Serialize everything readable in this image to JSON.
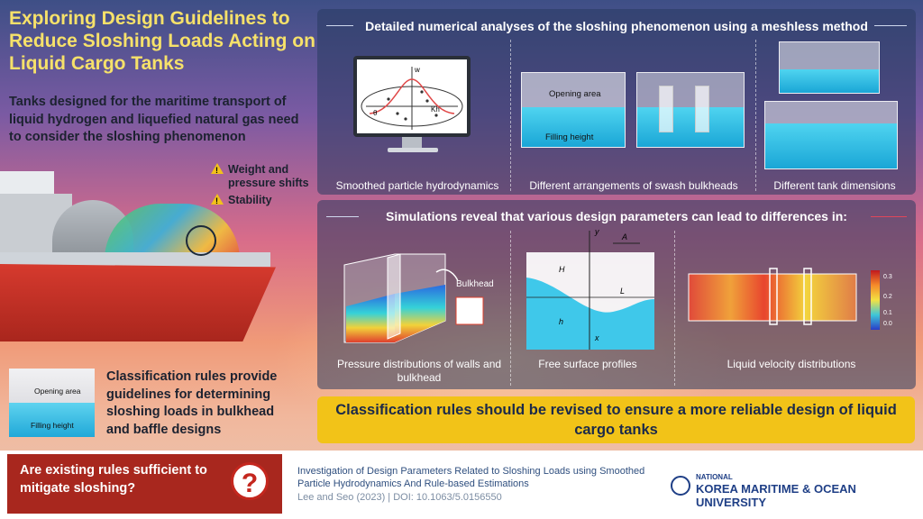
{
  "title": "Exploring Design Guidelines to Reduce Sloshing Loads Acting on Liquid Cargo Tanks",
  "subtitle": "Tanks designed for the maritime transport of liquid hydrogen and liquefied natural gas need to consider the sloshing phenomenon",
  "ship_warnings": [
    "Weight and pressure shifts",
    "Stability"
  ],
  "top_panel": {
    "heading": "Detailed numerical analyses of the sloshing phenomenon using a meshless method",
    "monitor_labels": {
      "w": "w",
      "theta": "θ",
      "kh": "Kh"
    },
    "tank_labels": {
      "opening": "Opening area",
      "filling": "Filling height"
    },
    "captions": [
      "Smoothed particle hydrodynamics",
      "Different arrangements of swash bulkheads",
      "Different tank dimensions"
    ]
  },
  "bottom_panel": {
    "heading": "Simulations reveal that various design parameters can lead to differences in:",
    "bulkhead_label": "Bulkhead",
    "profile_labels": {
      "y": "y",
      "A": "A",
      "H": "H",
      "L": "L",
      "h": "h",
      "x": "x"
    },
    "colorbar_ticks": [
      "0.3",
      "0.2",
      "0.1",
      "0.0"
    ],
    "captions": [
      "Pressure distributions of walls and bulkhead",
      "Free surface profiles",
      "Liquid velocity distributions"
    ]
  },
  "classification": {
    "image_labels": {
      "opening": "Opening area",
      "filling": "Filling height"
    },
    "text": "Classification rules provide guidelines for determining sloshing loads in bulkhead and baffle designs"
  },
  "conclusion": "Classification rules should be revised to ensure a more reliable design of liquid cargo tanks",
  "question": "Are existing rules sufficient to mitigate sloshing?",
  "question_mark": "?",
  "reference": {
    "title": "Investigation of Design Parameters Related to Sloshing Loads using Smoothed Particle Hydrodynamics And Rule-based Estimations",
    "citation": "Lee and Seo (2023)  |  DOI: 10.1063/5.0156550"
  },
  "university": {
    "line1": "NATIONAL",
    "line2": "KOREA MARITIME & OCEAN UNIVERSITY"
  },
  "colors": {
    "title": "#f6e16a",
    "accent": "#f2c318",
    "hull": "#d63a2e",
    "water": "#1aa6d6",
    "footer_red": "#a8271e"
  }
}
